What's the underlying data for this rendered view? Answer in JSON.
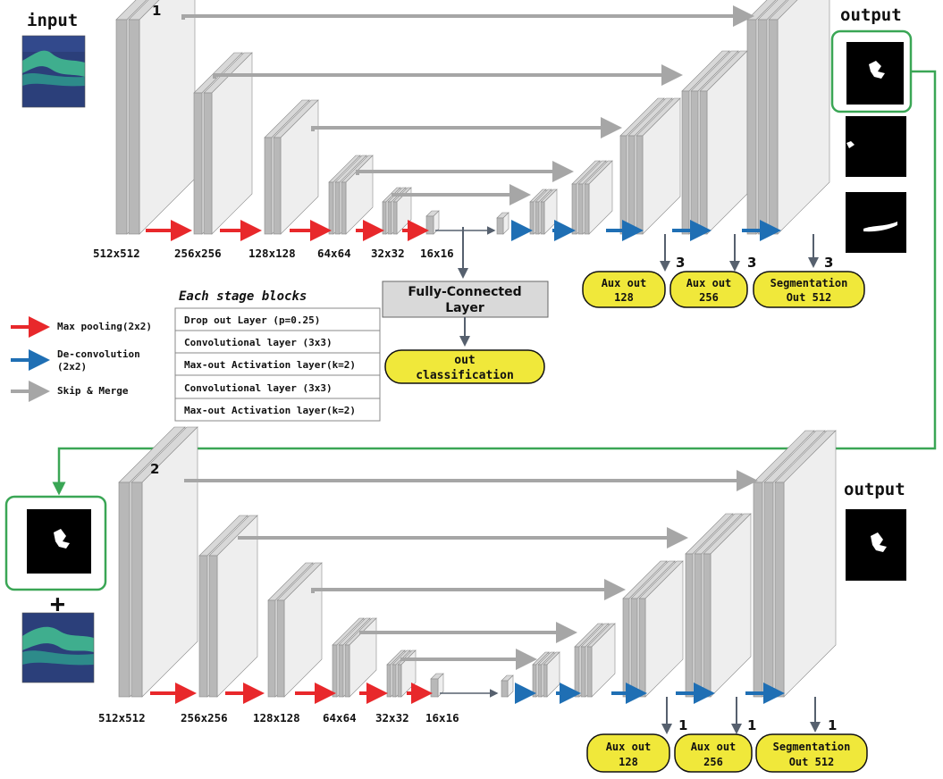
{
  "header": {
    "input_label": "input",
    "output_label_top": "output",
    "output_label_bottom": "output"
  },
  "networks": [
    {
      "stage_number": "1",
      "size_labels": [
        "512x512",
        "256x256",
        "128x128",
        "64x64",
        "32x32",
        "16x16"
      ],
      "aux_depth": [
        "3",
        "3",
        "3"
      ]
    },
    {
      "stage_number": "2",
      "size_labels": [
        "512x512",
        "256x256",
        "128x128",
        "64x64",
        "32x32",
        "16x16"
      ],
      "aux_depth": [
        "1",
        "1",
        "1"
      ]
    }
  ],
  "outputs_top": [
    {
      "line1": "Aux out",
      "line2": "128"
    },
    {
      "line1": "Aux out",
      "line2": "256"
    },
    {
      "line1": "Segmentation",
      "line2": "Out 512"
    }
  ],
  "outputs_bottom": [
    {
      "line1": "Aux out",
      "line2": "128"
    },
    {
      "line1": "Aux out",
      "line2": "256"
    },
    {
      "line1": "Segmentation",
      "line2": "Out 512"
    }
  ],
  "fc_layer": {
    "line1": "Fully-Connected",
    "line2": "Layer"
  },
  "classification": {
    "line1": "out",
    "line2": "classification"
  },
  "stage_blocks": {
    "title": "Each stage blocks",
    "rows": [
      "Drop out Layer (p=0.25)",
      "Convolutional layer (3x3)",
      "Max-out Activation layer(k=2)",
      "Convolutional layer (3x3)",
      "Max-out Activation layer(k=2)"
    ]
  },
  "legend": [
    {
      "label": "Max pooling(2x2)",
      "color": "#e8282b"
    },
    {
      "label": "De-convolution",
      "label2": "(2x2)",
      "color": "#1f6fb4"
    },
    {
      "label": "Skip & Merge",
      "color": "#a6a6a6"
    }
  ],
  "plus_sign": "+",
  "colors": {
    "pool": "#e8282b",
    "deconv": "#1f6fb4",
    "skip": "#a6a6a6",
    "green_frame": "#3aa655",
    "pill_fill": "#f0e83a",
    "fc_fill": "#d9d9d9",
    "block_front": "#b8b8b8",
    "block_top": "#d8d8d8",
    "block_side": "#eeeeee",
    "flow": "#56606e"
  }
}
